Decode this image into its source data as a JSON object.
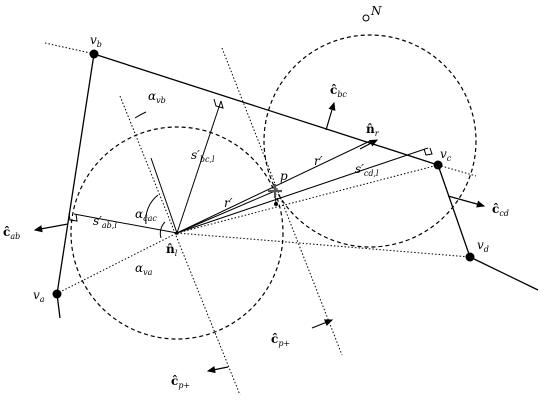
{
  "labels": {
    "N": "N",
    "v_b": "v",
    "v_b_sub": "b",
    "v_c": "v",
    "v_c_sub": "c",
    "v_d": "v",
    "v_d_sub": "d",
    "v_a": "v",
    "v_a_sub": "a",
    "c_bc": "ĉ",
    "c_bc_sub": "bc",
    "c_ab": "ĉ",
    "c_ab_sub": "ab",
    "c_cd": "ĉ",
    "c_cd_sub": "cd",
    "c_p_plus_right": "ĉ",
    "c_p_plus_right_sub": "p+",
    "c_p_plus_left": "ĉ",
    "c_p_plus_left_sub": "p+",
    "n_r": "n̂",
    "n_r_sub": "r",
    "n_l": "n̂",
    "n_l_sub": "l",
    "p": "p",
    "r_prime_upper": "r′",
    "r_prime_lower": "r′",
    "s_bc_l": "s′",
    "s_bc_l_sub": "bc,l",
    "s_cd_l": "s′",
    "s_cd_l_sub": "cd,l",
    "s_ab_l": "s′",
    "s_ab_l_sub": "ab,l",
    "alpha_vb": "α",
    "alpha_vb_sub": "vb",
    "alpha_va": "α",
    "alpha_va_sub": "va",
    "alpha_cac": "α",
    "alpha_cac_sub": "ĉac"
  }
}
